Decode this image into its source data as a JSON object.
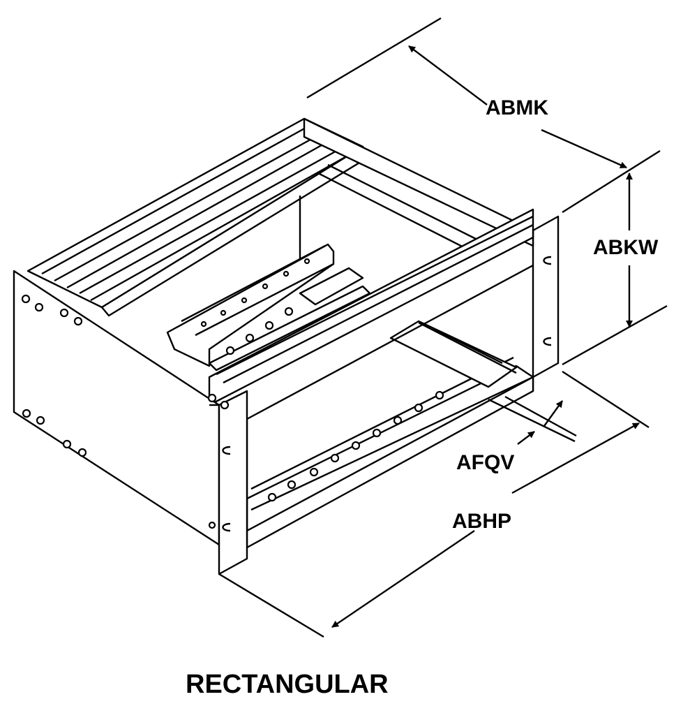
{
  "labels": {
    "depth": "ABMK",
    "height": "ABKW",
    "offset": "AFQV",
    "width": "ABHP"
  },
  "caption": "RECTANGULAR"
}
